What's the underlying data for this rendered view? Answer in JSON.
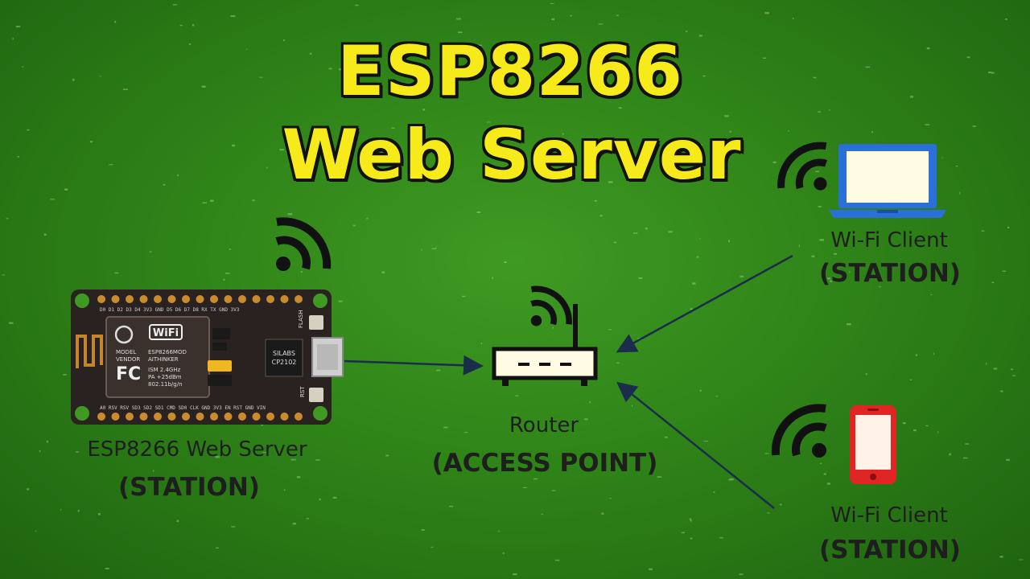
{
  "title": {
    "line1": "ESP8266",
    "line2": "Web Server"
  },
  "nodes": {
    "esp": {
      "name": "ESP8266 Web Server",
      "role": "(STATION)"
    },
    "router": {
      "name": "Router",
      "role": "(ACCESS POINT)"
    },
    "client_laptop": {
      "name": "Wi-Fi Client",
      "role": "(STATION)"
    },
    "client_phone": {
      "name": "Wi-Fi Client",
      "role": "(STATION)"
    }
  },
  "board": {
    "wifi_badge": "WiFi",
    "module_model": "ESP8266MOD",
    "module_vendor": "AITHINKER",
    "model_label": "MODEL",
    "vendor_label": "VENDOR",
    "ism": "ISM 2.4GHz",
    "pa": "PA +25dBm",
    "std": "802.11b/g/n",
    "fc": "FC",
    "chip1": "SILABS",
    "chip2": "CP2102",
    "flash": "FLASH",
    "rst": "RST",
    "top_pins": "D0  D1  D2  D3  D4  3V3  GND  D5  D6  D7  D8  RX  TX  GND  3V3",
    "bottom_pins": "A0  RSV  RSV  SD3  SD2  SD1  CMD  SD0  CLK  GND  3V3  EN  RST  GND  VIN"
  },
  "colors": {
    "title": "#f7ea1a",
    "background": "#2f8418",
    "laptop": "#2b6fd8",
    "phone": "#e02525",
    "text": "#1e1e1e"
  },
  "icons": [
    "wifi-icon",
    "laptop-icon",
    "phone-icon",
    "router-icon",
    "nodemcu-board"
  ]
}
